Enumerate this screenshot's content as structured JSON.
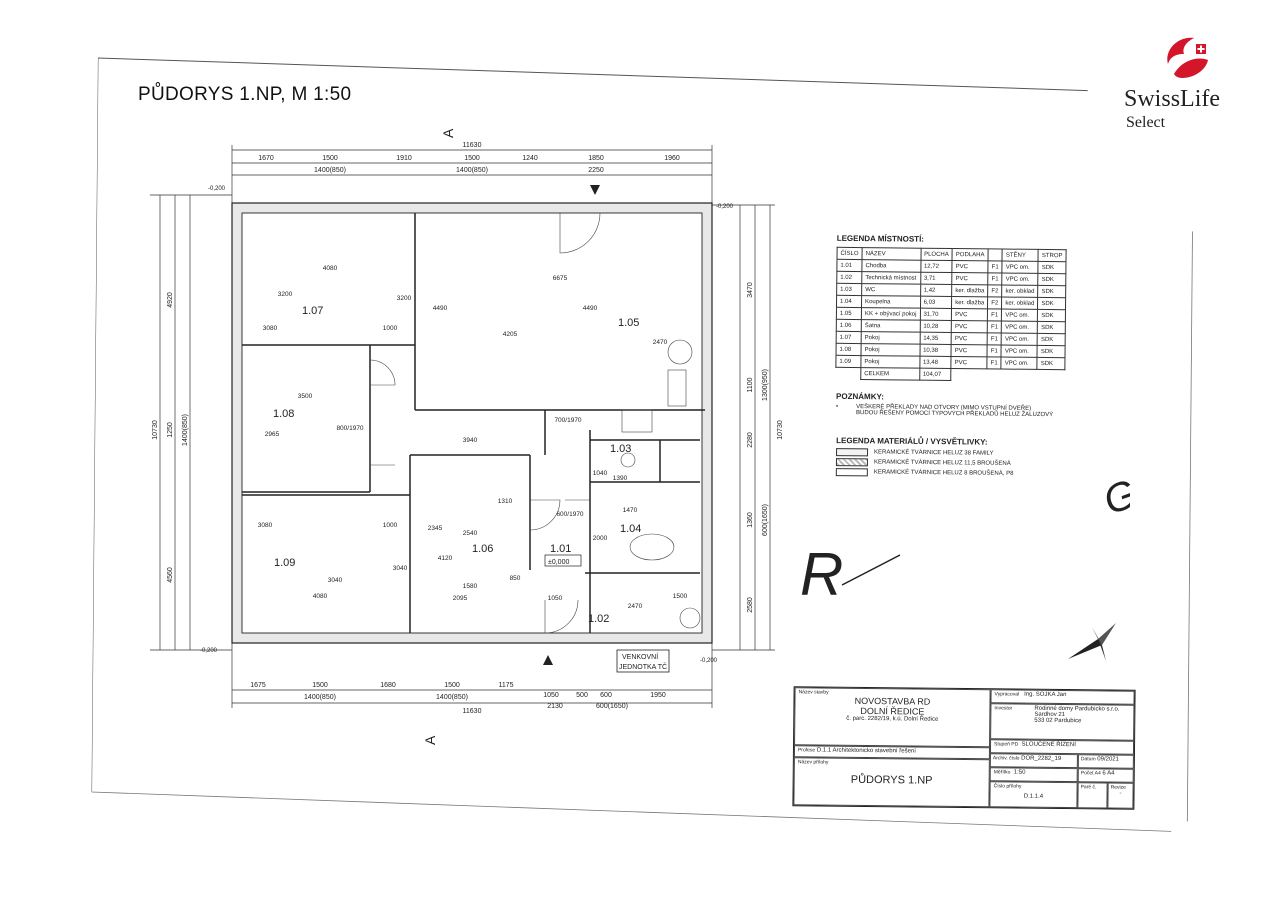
{
  "header": {
    "title": "PŮDORYS 1.NP, M 1:50"
  },
  "logo": {
    "brand": "SwissLife",
    "sub": "Select",
    "color": "#d3162a"
  },
  "plan": {
    "section_marks": [
      "A",
      "A"
    ],
    "rooms": [
      {
        "id": "1.07"
      },
      {
        "id": "1.05"
      },
      {
        "id": "1.08"
      },
      {
        "id": "1.06"
      },
      {
        "id": "1.09"
      },
      {
        "id": "1.01"
      },
      {
        "id": "1.03"
      },
      {
        "id": "1.04"
      },
      {
        "id": "1.02"
      }
    ],
    "floor_level": "±0,000",
    "outdoor_unit": [
      "VENKOVNÍ",
      "JEDNOTKA TČ"
    ],
    "top_dims": [
      "1670",
      "1500",
      "1910",
      "1500",
      "1240",
      "1850",
      "1960"
    ],
    "top_dims2": [
      "1400(850)",
      "1400(850)",
      "2250"
    ],
    "top_total": "11630",
    "bottom_dims": [
      "1675",
      "1500",
      "1680",
      "1500",
      "1175",
      "1050",
      "500",
      "600",
      "1950"
    ],
    "bottom_dims2": [
      "1400(850)",
      "1400(850)",
      "2130",
      "600(1650)"
    ],
    "bottom_total": "11630",
    "left_dims": [
      "4920",
      "10730",
      "1250",
      "1400(850)",
      "4560"
    ],
    "right_dims": [
      "3470",
      "1100",
      "1300(950)",
      "2280",
      "10730",
      "1360",
      "600(1650)",
      "2580"
    ],
    "inner_dims": [
      "4080",
      "3080",
      "1000",
      "6675",
      "4205",
      "2470",
      "4490",
      "4490",
      "3200",
      "3200",
      "2965",
      "3500",
      "3940",
      "1310",
      "3080",
      "1000",
      "2345",
      "4120",
      "2540",
      "3040",
      "3040",
      "4080",
      "2095",
      "1580",
      "1470",
      "2000",
      "1390",
      "1040",
      "2470",
      "1500",
      "850",
      "1050",
      "800/1970",
      "700/1970",
      "600/1970"
    ],
    "corner_marks": [
      "-0,200",
      "-0,200",
      "-0,200",
      "-0,200"
    ]
  },
  "legend": {
    "title": "LEGENDA MÍSTNOSTÍ:",
    "headers": [
      "ČÍSLO",
      "NÁZEV",
      "PLOCHA",
      "PODLAHA",
      "",
      "STĚNY",
      "STROP"
    ],
    "rows": [
      [
        "1.01",
        "Chodba",
        "12,72",
        "PVC",
        "F1",
        "VPC om.",
        "SDK"
      ],
      [
        "1.02",
        "Technická místnost",
        "3,71",
        "PVC",
        "F1",
        "VPC om.",
        "SDK"
      ],
      [
        "1.03",
        "WC",
        "1,42",
        "ker. dlažba",
        "F2",
        "ker. obklad",
        "SDK"
      ],
      [
        "1.04",
        "Koupelna",
        "6,03",
        "ker. dlažba",
        "F2",
        "ker. obklad",
        "SDK"
      ],
      [
        "1.05",
        "KK + obývací pokoj",
        "31,70",
        "PVC",
        "F1",
        "VPC om.",
        "SDK"
      ],
      [
        "1.06",
        "Šatna",
        "10,28",
        "PVC",
        "F1",
        "VPC om.",
        "SDK"
      ],
      [
        "1.07",
        "Pokoj",
        "14,35",
        "PVC",
        "F1",
        "VPC om.",
        "SDK"
      ],
      [
        "1.08",
        "Pokoj",
        "10,38",
        "PVC",
        "F1",
        "VPC om.",
        "SDK"
      ],
      [
        "1.09",
        "Pokoj",
        "13,48",
        "PVC",
        "F1",
        "VPC om.",
        "SDK"
      ]
    ],
    "total_label": "CELKEM",
    "total_value": "104,07"
  },
  "notes": {
    "title": "POZNÁMKY:",
    "bullet": "•",
    "lines": [
      "VEŠKERÉ PŘEKLADY NAD OTVORY (MIMO VSTUPNÍ DVEŘE)",
      "BUDOU ŘEŠENY POMOCÍ TYPOVÝCH PŘEKLADŮ HELUZ ŽALUZOVÝ"
    ]
  },
  "materials": {
    "title": "LEGENDA MATERIÁLŮ / VYSVĚTLIVKY:",
    "items": [
      "KERAMICKÉ TVÁRNICE HELUZ 38 FAMILY",
      "KERAMICKÉ TVÁRNICE HELUZ 11,5 BROUŠENÁ",
      "KERAMICKÉ TVÁRNICE HELUZ 8 BROUŠENÁ, P8"
    ]
  },
  "title_block": {
    "name_label": "Název stavby",
    "project": [
      "NOVOSTAVBA RD",
      "DOLNÍ ŘEDICE",
      "č. parc. 2282/19, k.ú. Dolní Ředice"
    ],
    "designer_label": "Vypracoval",
    "designer": "Ing. SOJKA Jan",
    "investor_label": "Investor",
    "investor": [
      "Rodinné domy Pardubicko s.r.o.",
      "Sardhov 21",
      "533 02 Pardubice"
    ],
    "stage_label": "Stupeň PD",
    "stage": "SLOUČENÉ ŘÍZENÍ",
    "part_label": "Profese",
    "part": "D.1.1 Architektonicko stavební řešení",
    "drawing_label": "Název přílohy",
    "drawing": "PŮDORYS 1.NP",
    "archive_label": "Archiv. číslo",
    "archive": "DOR_2282_19",
    "date_label": "Datum",
    "date": "09/2021",
    "scale_label": "Měřítko",
    "scale": "1:50",
    "format_label": "Počet A4",
    "format": "6 A4",
    "number_label": "Číslo přílohy",
    "number": "D.1.1.4",
    "pare_label": "Paré č.",
    "revision_label": "Revize",
    "revision": "-"
  },
  "annotations": {
    "sig1": "G.",
    "sig2": "R"
  }
}
